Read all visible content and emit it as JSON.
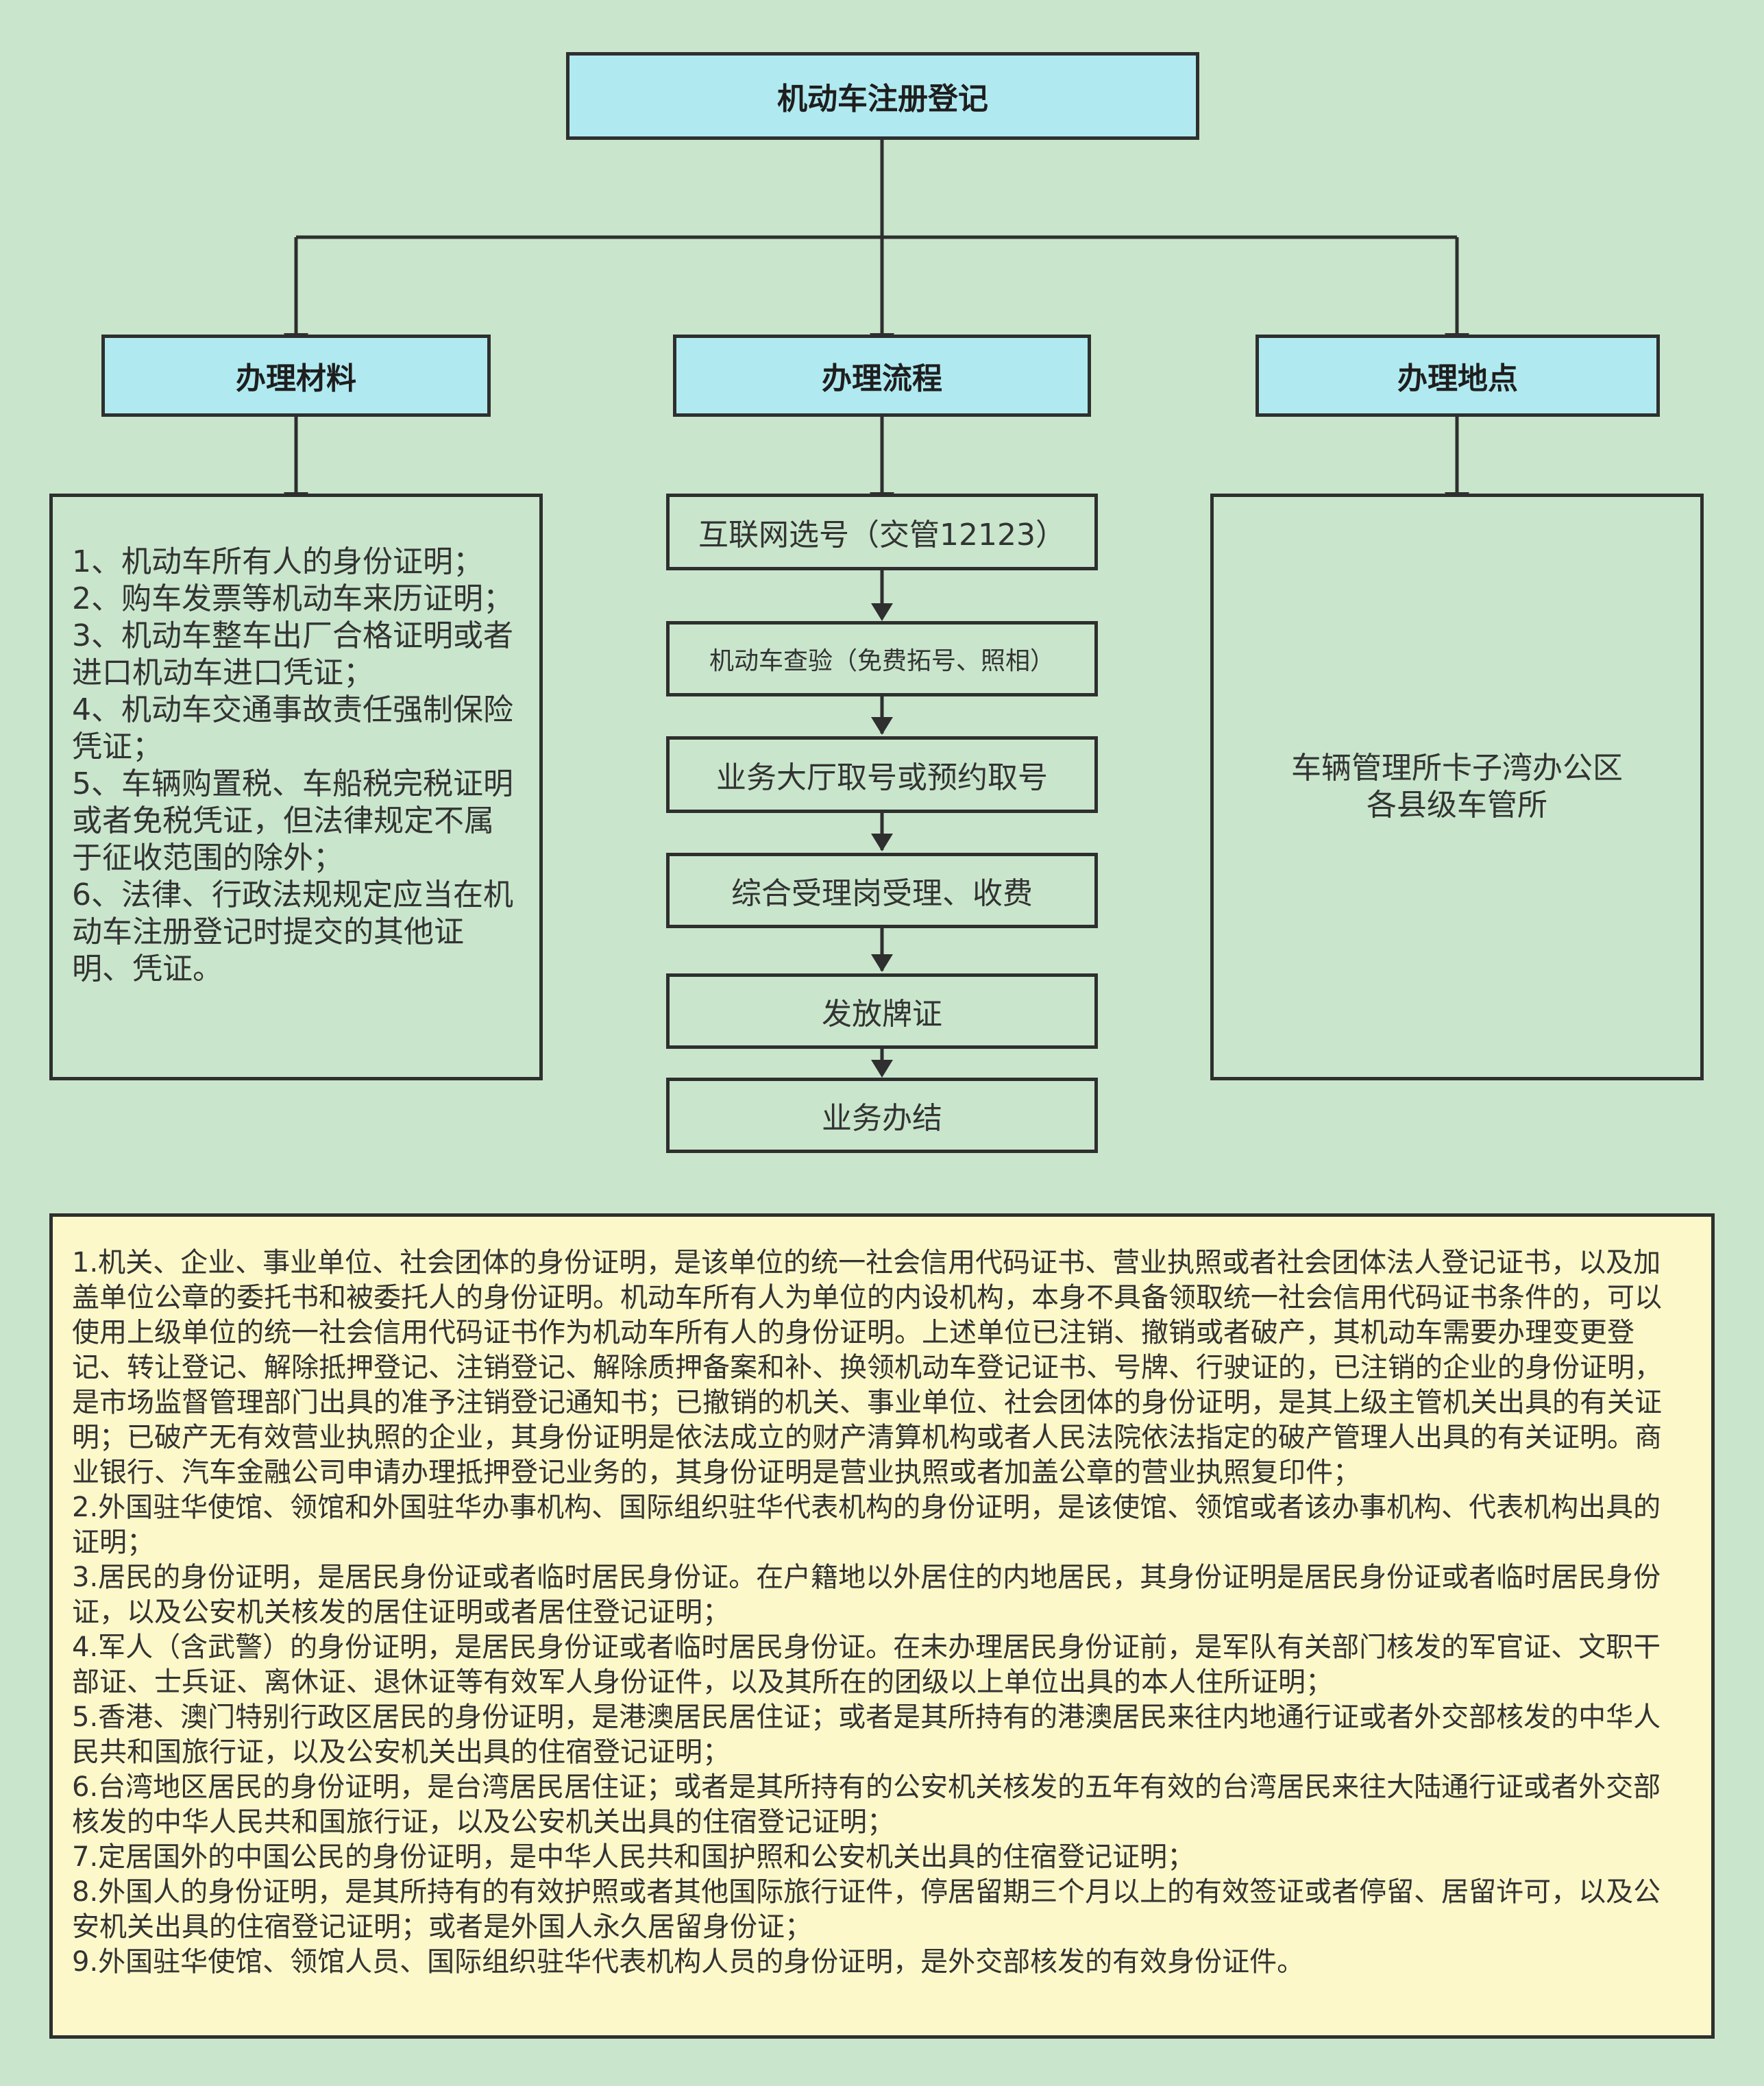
{
  "title": "机动车注册登记",
  "branches": {
    "materials": {
      "label": "办理材料",
      "items": [
        "1、机动车所有人的身份证明；",
        "2、购车发票等机动车来历证明；",
        "3、机动车整车出厂合格证明或者进口机动车进口凭证；",
        "4、机动车交通事故责任强制保险凭证；",
        "5、车辆购置税、车船税完税证明或者免税凭证，但法律规定不属于征收范围的除外；",
        "6、法律、行政法规规定应当在机动车注册登记时提交的其他证明、凭证。"
      ]
    },
    "process": {
      "label": "办理流程",
      "steps": [
        "互联网选号（交管12123）",
        "机动车查验（免费拓号、照相）",
        "业务大厅取号或预约取号",
        "综合受理岗受理、收费",
        "发放牌证",
        "业务办结"
      ]
    },
    "location": {
      "label": "办理地点",
      "lines": [
        "车辆管理所卡子湾办公区",
        "各县级车管所"
      ]
    }
  },
  "notes": [
    "1.机关、企业、事业单位、社会团体的身份证明，是该单位的统一社会信用代码证书、营业执照或者社会团体法人登记证书，以及加盖单位公章的委托书和被委托人的身份证明。机动车所有人为单位的内设机构，本身不具备领取统一社会信用代码证书条件的，可以使用上级单位的统一社会信用代码证书作为机动车所有人的身份证明。上述单位已注销、撤销或者破产，其机动车需要办理变更登记、转让登记、解除抵押登记、注销登记、解除质押备案和补、换领机动车登记证书、号牌、行驶证的，已注销的企业的身份证明，是市场监督管理部门出具的准予注销登记通知书；已撤销的机关、事业单位、社会团体的身份证明，是其上级主管机关出具的有关证明；已破产无有效营业执照的企业，其身份证明是依法成立的财产清算机构或者人民法院依法指定的破产管理人出具的有关证明。商业银行、汽车金融公司申请办理抵押登记业务的，其身份证明是营业执照或者加盖公章的营业执照复印件；",
    "2.外国驻华使馆、领馆和外国驻华办事机构、国际组织驻华代表机构的身份证明，是该使馆、领馆或者该办事机构、代表机构出具的证明；",
    "3.居民的身份证明，是居民身份证或者临时居民身份证。在户籍地以外居住的内地居民，其身份证明是居民身份证或者临时居民身份证，以及公安机关核发的居住证明或者居住登记证明；",
    "4.军人（含武警）的身份证明，是居民身份证或者临时居民身份证。在未办理居民身份证前，是军队有关部门核发的军官证、文职干部证、士兵证、离休证、退休证等有效军人身份证件，以及其所在的团级以上单位出具的本人住所证明；",
    "5.香港、澳门特别行政区居民的身份证明，是港澳居民居住证；或者是其所持有的港澳居民来往内地通行证或者外交部核发的中华人民共和国旅行证，以及公安机关出具的住宿登记证明；",
    "6.台湾地区居民的身份证明，是台湾居民居住证；或者是其所持有的公安机关核发的五年有效的台湾居民来往大陆通行证或者外交部核发的中华人民共和国旅行证，以及公安机关出具的住宿登记证明；",
    "7.定居国外的中国公民的身份证明，是中华人民共和国护照和公安机关出具的住宿登记证明；",
    "8.外国人的身份证明，是其所持有的有效护照或者其他国际旅行证件，停居留期三个月以上的有效签证或者停留、居留许可，以及公安机关出具的住宿登记证明；或者是外国人永久居留身份证；",
    "9.外国驻华使馆、领馆人员、国际组织驻华代表机构人员的身份证明，是外交部核发的有效身份证件。"
  ],
  "colors": {
    "background": "#c9e6cc",
    "header_fill": "#b0eaf0",
    "notes_fill": "#fdf8c9",
    "border": "#2f2f2f"
  }
}
